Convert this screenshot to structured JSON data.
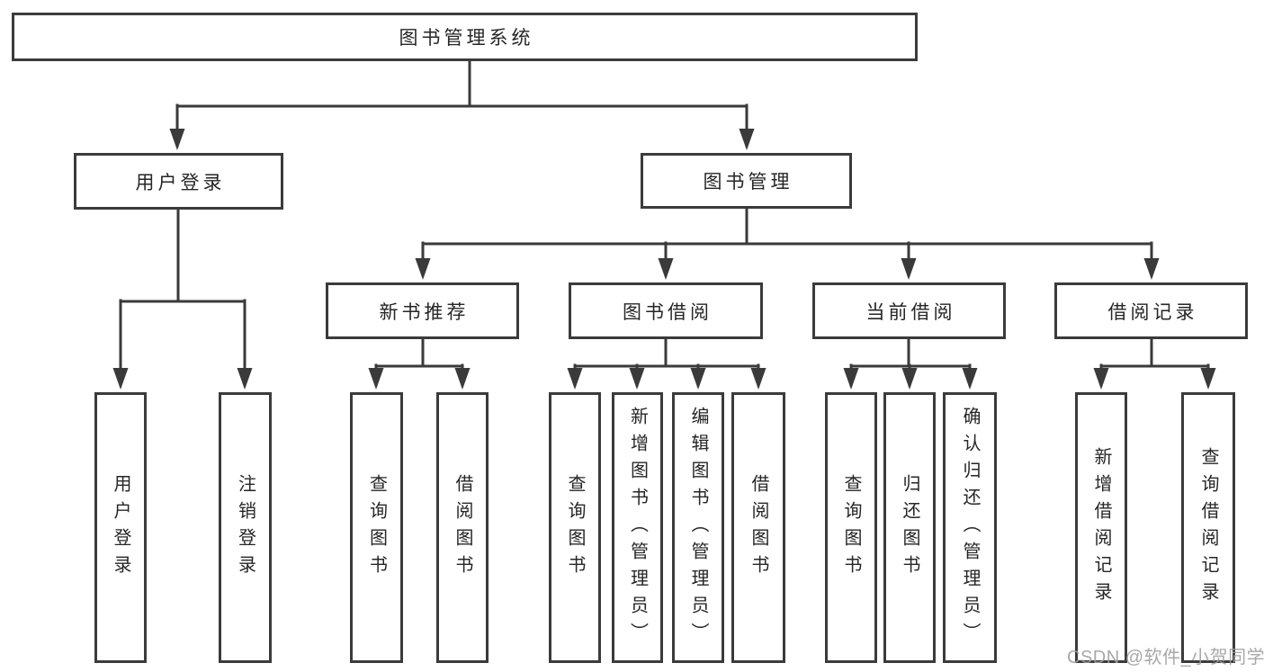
{
  "tree": {
    "label": "图书管理系统",
    "children": [
      {
        "label": "用户登录",
        "children": [
          {
            "label": "用户登录"
          },
          {
            "label": "注销登录"
          }
        ]
      },
      {
        "label": "图书管理",
        "children": [
          {
            "label": "新书推荐",
            "children": [
              {
                "label": "查询图书"
              },
              {
                "label": "借阅图书"
              }
            ]
          },
          {
            "label": "图书借阅",
            "children": [
              {
                "label": "查询图书"
              },
              {
                "label": "新增图书（管理员）"
              },
              {
                "label": "编辑图书（管理员）"
              },
              {
                "label": "借阅图书"
              }
            ]
          },
          {
            "label": "当前借阅",
            "children": [
              {
                "label": "查询图书"
              },
              {
                "label": "归还图书"
              },
              {
                "label": "确认归还（管理员）"
              }
            ]
          },
          {
            "label": "借阅记录",
            "children": [
              {
                "label": "新增借阅记录"
              },
              {
                "label": "查询借阅记录"
              }
            ]
          }
        ]
      }
    ]
  },
  "watermark": "CSDN @软件_小贺同学",
  "colors": {
    "line": "#3a3a3a",
    "box_border": "#3b3b3b",
    "text": "#262626",
    "watermark": "#9e9e9e",
    "background": "#ffffff"
  }
}
